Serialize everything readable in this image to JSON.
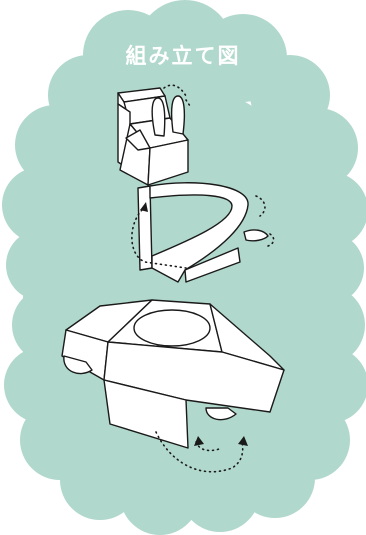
{
  "title": "組み立て図",
  "colors": {
    "cloud": "#b1d8cc",
    "line": "#1a1a1a",
    "paper": "#ffffff"
  },
  "steps": [
    {
      "item": "rabbit-box-and-ring-strip"
    },
    {
      "item": "car-body"
    }
  ]
}
